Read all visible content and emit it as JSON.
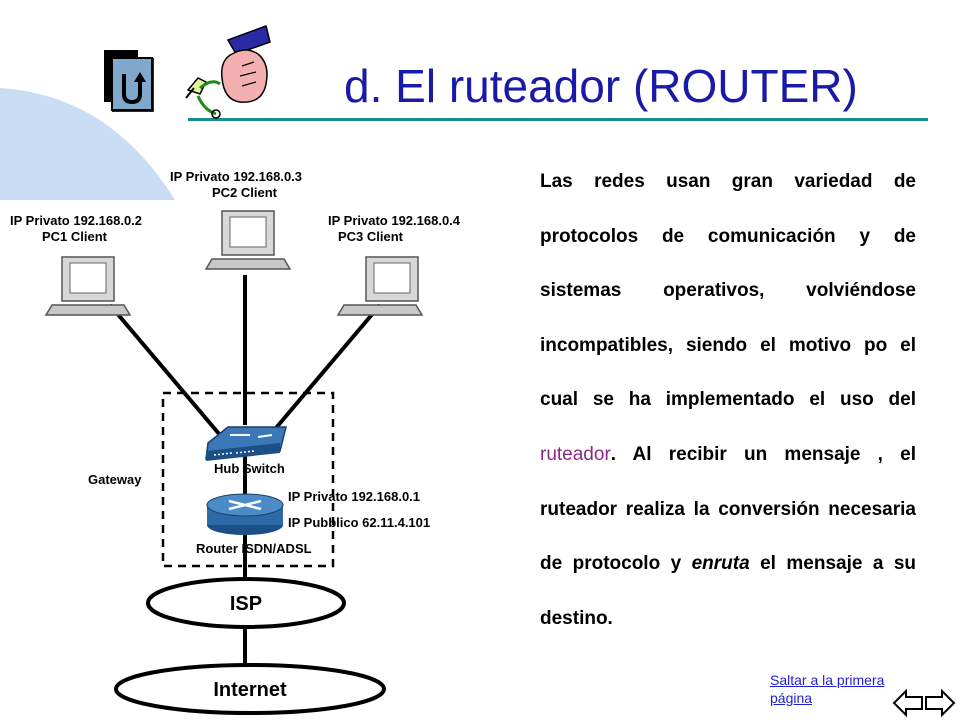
{
  "page": {
    "title": "d. El ruteador (ROUTER)"
  },
  "colors": {
    "title": "#1a1aa8",
    "rule": "#1a8c8c",
    "background_arc": "#c9def4",
    "link": "#8a2a8a",
    "jump_link": "#1f1fd0"
  },
  "icons": {
    "back_button": "return-arrow-icon",
    "decoration": "hand-holding-plug-icon",
    "nav_prev": "left-arrow-icon",
    "nav_next": "right-arrow-icon"
  },
  "diagram": {
    "pc2": {
      "ip": "IP Privato 192.168.0.3",
      "name": "PC2 Client"
    },
    "pc1": {
      "ip": "IP Privato 192.168.0.2",
      "name": "PC1 Client"
    },
    "pc3": {
      "ip": "IP Privato 192.168.0.4",
      "name": "PC3 Client"
    },
    "hub_label": "Hub Switch",
    "gateway_label": "Gateway",
    "router_ip_private": "IP Privato 192.168.0.1",
    "router_ip_public": "IP Pubblico 62.11.4.101",
    "router_label": "Router ISDN/ADSL",
    "isp_label": "ISP",
    "internet_label": "Internet"
  },
  "body": {
    "p1": "Las redes usan gran variedad de protocolos de comunicación y de sistemas operativos, volviéndose incompatibles, siendo el motivo po el cual se ha implementado el uso del ",
    "link_word": "ruteador",
    "p2": ". Al recibir un mensaje , el ruteador realiza la conversión necesaria de protocolo y ",
    "em_word": "enruta",
    "p3": " el mensaje a su destino."
  },
  "footer": {
    "jump_link": "Saltar a la primera página"
  }
}
